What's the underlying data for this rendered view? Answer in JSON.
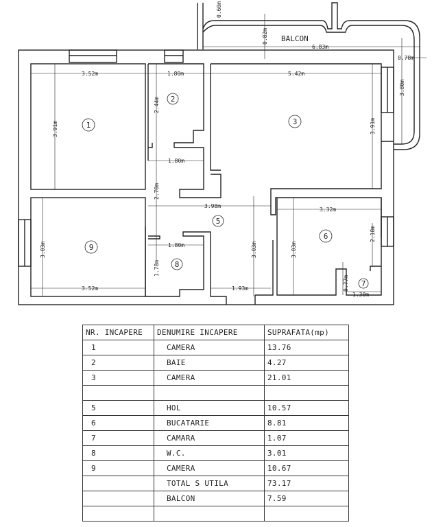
{
  "plan": {
    "balcony_label": "BALCON",
    "rooms": [
      "1",
      "2",
      "3",
      "5",
      "6",
      "7",
      "8",
      "9"
    ],
    "dimensions": {
      "balcony_depth_a": "0.60m",
      "balcony_depth_b": "0.82m",
      "balcony_width": "6.83m",
      "balcony_side": "0.78m",
      "balcony_height": "3.80m",
      "room1_width": "3.52m",
      "room1_height": "3.91m",
      "room2_width": "1.80m",
      "room2_height": "2.44m",
      "room2_lower_width": "1.80m",
      "room3_width": "5.42m",
      "room3_height": "3.91m",
      "hall_height": "2.70m",
      "hall_width": "3.98m",
      "kitchen_width": "3.32m",
      "kitchen_height_right": "2.18m",
      "kitchen_height": "3.03m",
      "hall_lower_height": "3.03m",
      "room9_height": "3.03m",
      "room9_width": "3.52m",
      "wc_width": "1.80m",
      "wc_height": "1.78m",
      "hall_entry_width": "1.93m",
      "pantry_height": "0.77m",
      "pantry_width": "1.30m"
    }
  },
  "table": {
    "headers": [
      "NR. INCAPERE",
      "DENUMIRE INCAPERE",
      "SUPRAFATA(mp)"
    ],
    "rows": [
      [
        "1",
        "CAMERA",
        "13.76"
      ],
      [
        "2",
        "BAIE",
        "4.27"
      ],
      [
        "3",
        "CAMERA",
        "21.01"
      ],
      [
        "",
        "",
        ""
      ],
      [
        "5",
        "HOL",
        "10.57"
      ],
      [
        "6",
        "BUCATARIE",
        "8.81"
      ],
      [
        "7",
        "CAMARA",
        "1.07"
      ],
      [
        "8",
        "W.C.",
        "3.01"
      ],
      [
        "9",
        "CAMERA",
        "10.67"
      ],
      [
        "",
        "TOTAL S UTILA",
        "73.17"
      ],
      [
        "",
        "BALCON",
        "7.59"
      ],
      [
        "",
        "",
        ""
      ]
    ]
  }
}
